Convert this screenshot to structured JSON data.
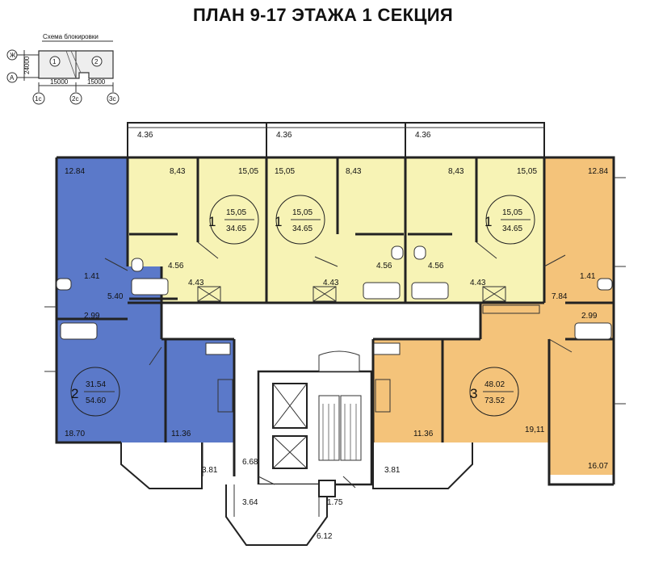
{
  "title": "ПЛАН 9-17 ЭТАЖА 1 СЕКЦИЯ",
  "scheme": {
    "title": "Схема блокировки",
    "axes_rows": [
      "Ж",
      "А"
    ],
    "axes_cols": [
      "1с",
      "2с",
      "3с"
    ],
    "sections": [
      "1",
      "2"
    ],
    "dim_vertical": "24000",
    "dim_left": "15000",
    "dim_right": "15000"
  },
  "colors": {
    "yellow": "#f7f3b5",
    "blue": "#5b79c9",
    "orange": "#f4c37a",
    "wall": "#222222"
  },
  "apartments": {
    "a1_left": {
      "rooms": "1",
      "living": "15,05",
      "total": "34.65"
    },
    "a1_mid": {
      "rooms": "1",
      "living": "15,05",
      "total": "34.65"
    },
    "a1_right": {
      "rooms": "1",
      "living": "15,05",
      "total": "34.65"
    },
    "a2": {
      "rooms": "2",
      "living": "31.54",
      "total": "54.60"
    },
    "a3": {
      "rooms": "3",
      "living": "48.02",
      "total": "73.52"
    }
  },
  "areas": {
    "balc1": "4.36",
    "balc2": "4.36",
    "balc3": "4.36",
    "r843a": "8,43",
    "r1505a": "15,05",
    "r1505b": "15,05",
    "r843b": "8,43",
    "r843c": "8,43",
    "r1505c": "15,05",
    "r1284a": "12.84",
    "r1284b": "12.84",
    "r456a": "4.56",
    "r443a": "4.43",
    "r443b": "4.43",
    "r456b": "4.56",
    "r456c": "4.56",
    "r443c": "4.43",
    "r141a": "1.41",
    "r540": "5.40",
    "r299a": "2.99",
    "r141b": "1.41",
    "r784": "7.84",
    "r299b": "2.99",
    "r1870": "18.70",
    "r1136a": "11.36",
    "r1136b": "11.36",
    "r1911": "19,11",
    "r1607": "16.07",
    "r381a": "3.81",
    "r381b": "3.81",
    "r668": "6.68",
    "r364": "3.64",
    "r175": "1.75",
    "r612": "6.12"
  }
}
